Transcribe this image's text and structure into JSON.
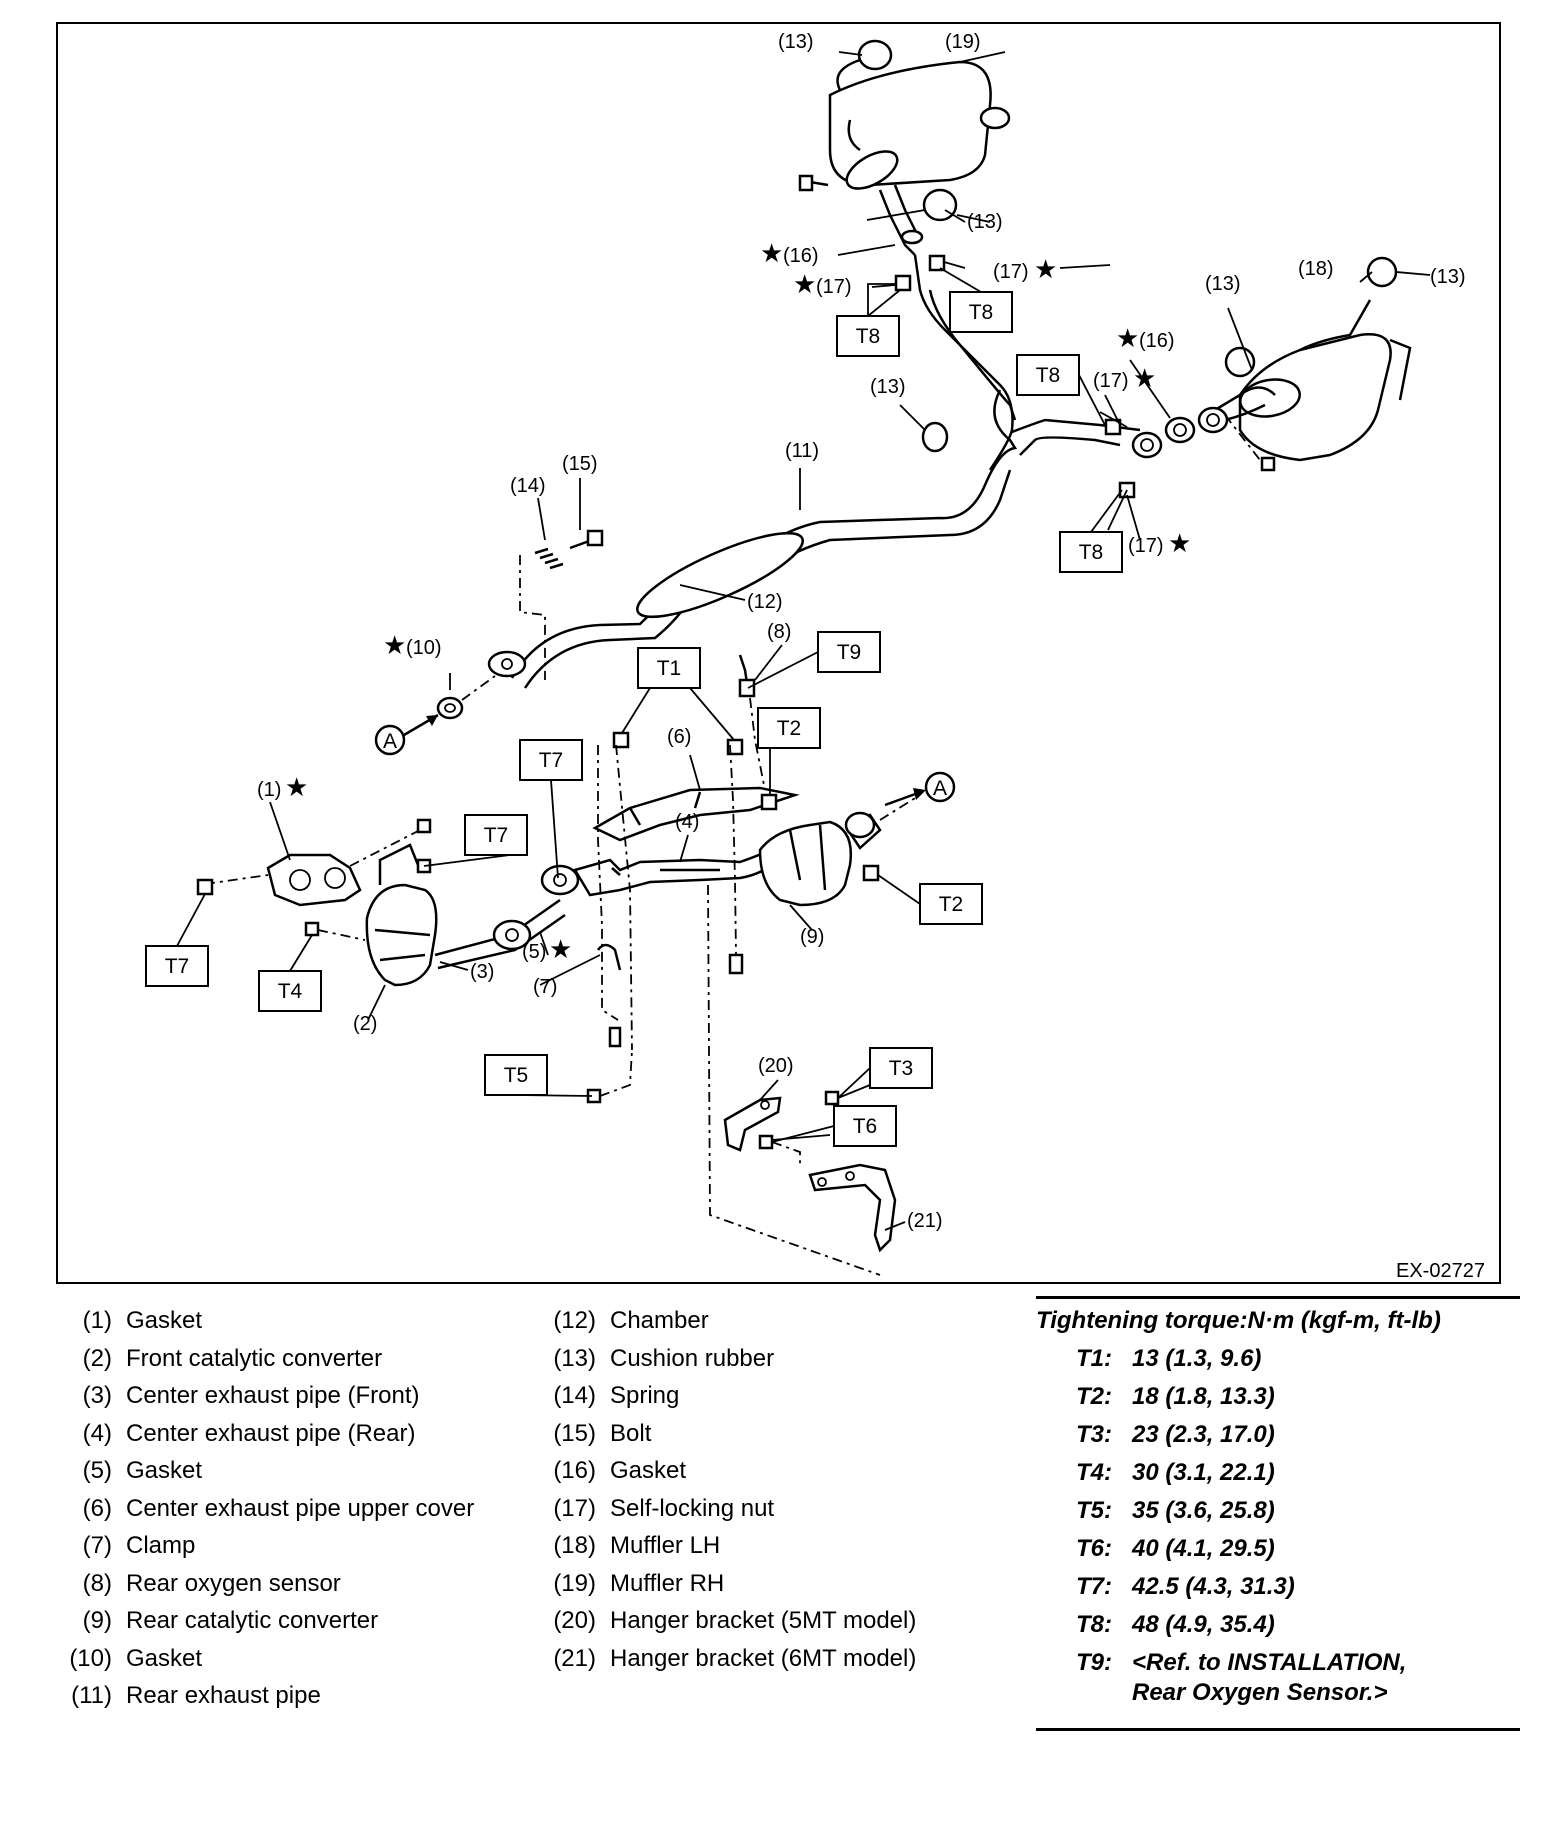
{
  "figure_code": "EX-02727",
  "callouts": {
    "c1": "(1)",
    "c2": "(2)",
    "c3": "(3)",
    "c4": "(4)",
    "c5": "(5)",
    "c6": "(6)",
    "c7": "(7)",
    "c8": "(8)",
    "c9": "(9)",
    "c10": "(10)",
    "c11": "(11)",
    "c12": "(12)",
    "c13": "(13)",
    "c14": "(14)",
    "c15": "(15)",
    "c16": "(16)",
    "c17": "(17)",
    "c18": "(18)",
    "c19": "(19)",
    "c20": "(20)",
    "c21": "(21)"
  },
  "star": "★",
  "connector_a": "A",
  "torque_tags": {
    "t1": "T1",
    "t2": "T2",
    "t3": "T3",
    "t4": "T4",
    "t5": "T5",
    "t6": "T6",
    "t7": "T7",
    "t8": "T8",
    "t9": "T9"
  },
  "parts_left": [
    {
      "num": "(1)",
      "name": "Gasket"
    },
    {
      "num": "(2)",
      "name": "Front catalytic converter"
    },
    {
      "num": "(3)",
      "name": "Center exhaust pipe (Front)"
    },
    {
      "num": "(4)",
      "name": "Center exhaust pipe (Rear)"
    },
    {
      "num": "(5)",
      "name": "Gasket"
    },
    {
      "num": "(6)",
      "name": "Center exhaust pipe upper cover"
    },
    {
      "num": "(7)",
      "name": "Clamp"
    },
    {
      "num": "(8)",
      "name": "Rear oxygen sensor"
    },
    {
      "num": "(9)",
      "name": "Rear catalytic converter"
    },
    {
      "num": "(10)",
      "name": "Gasket"
    },
    {
      "num": "(11)",
      "name": "Rear exhaust pipe"
    }
  ],
  "parts_right": [
    {
      "num": "(12)",
      "name": "Chamber"
    },
    {
      "num": "(13)",
      "name": "Cushion rubber"
    },
    {
      "num": "(14)",
      "name": "Spring"
    },
    {
      "num": "(15)",
      "name": "Bolt"
    },
    {
      "num": "(16)",
      "name": "Gasket"
    },
    {
      "num": "(17)",
      "name": "Self-locking nut"
    },
    {
      "num": "(18)",
      "name": "Muffler LH"
    },
    {
      "num": "(19)",
      "name": "Muffler RH"
    },
    {
      "num": "(20)",
      "name": "Hanger bracket (5MT model)"
    },
    {
      "num": "(21)",
      "name": "Hanger bracket (6MT model)"
    }
  ],
  "torque": {
    "title": "Tightening torque:N·m (kgf-m, ft-lb)",
    "items": [
      {
        "key": "T1:",
        "value": "13 (1.3, 9.6)"
      },
      {
        "key": "T2:",
        "value": "18 (1.8, 13.3)"
      },
      {
        "key": "T3:",
        "value": "23 (2.3, 17.0)"
      },
      {
        "key": "T4:",
        "value": "30 (3.1, 22.1)"
      },
      {
        "key": "T5:",
        "value": "35 (3.6, 25.8)"
      },
      {
        "key": "T6:",
        "value": "40 (4.1, 29.5)"
      },
      {
        "key": "T7:",
        "value": "42.5 (4.3, 31.3)"
      },
      {
        "key": "T8:",
        "value": "48 (4.9, 35.4)"
      },
      {
        "key": "T9:",
        "value": "<Ref. to INSTALLATION,"
      }
    ],
    "t9_line2": "Rear Oxygen Sensor.>"
  }
}
